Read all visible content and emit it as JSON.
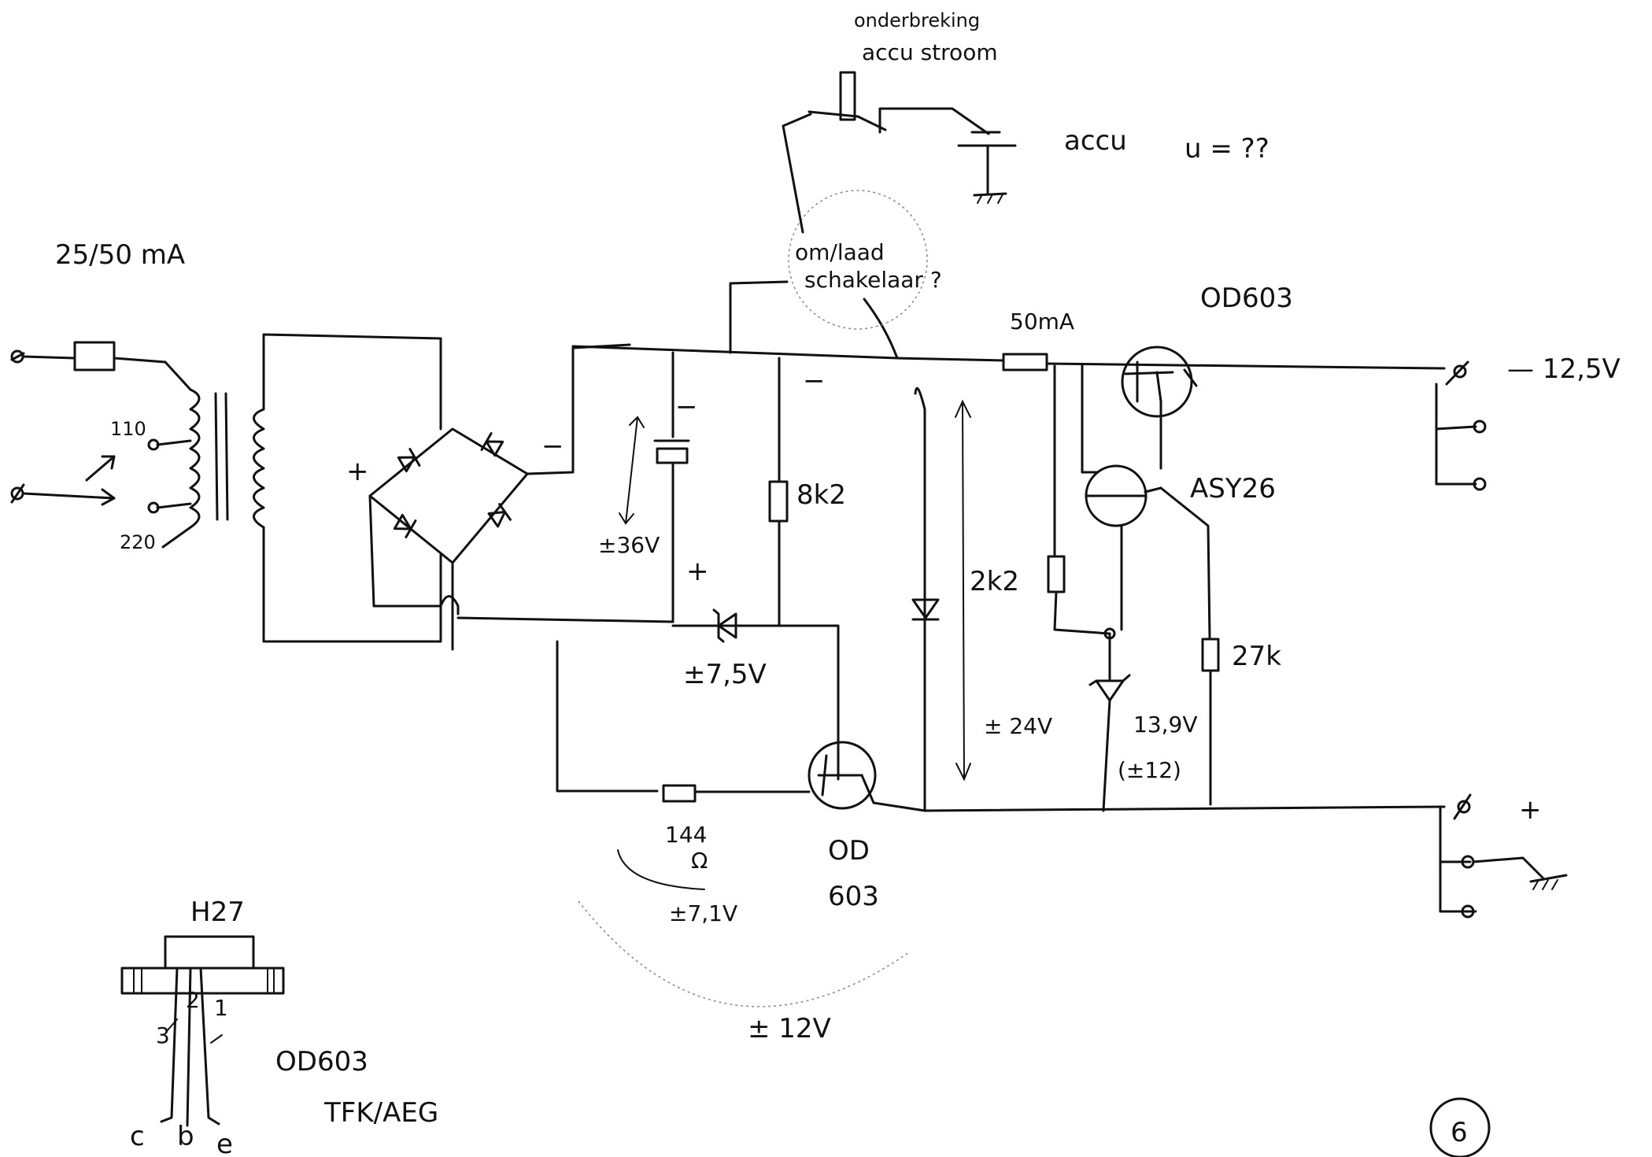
{
  "labels": {
    "onderbreking": "onderbreking",
    "accu_stroom": "accu stroom",
    "accu": "accu",
    "u_question": "u = ??",
    "omschakelaar_1": "om/laad",
    "omschakelaar_2": "schakelaar ?",
    "current_25_50": "25/50 mA",
    "tap_110": "110",
    "tap_220": "220",
    "minus_rect": "−",
    "plus_rect": "+",
    "cap_minus": "−",
    "cap_plus": "+",
    "res_minus": "−",
    "v_36": "±36V",
    "res_8k2": "8k2",
    "v_7_5": "±7,5V",
    "res_144": "144",
    "ohm": "Ω",
    "v_7_1": "±7,1V",
    "v_12": "± 12V",
    "od603_bottom_1": "OD",
    "od603_bottom_2": "603",
    "res_2k2": "2k2",
    "v_24": "± 24V",
    "fuse_50ma": "50mA",
    "od603_top": "OD603",
    "asy26": "ASY26",
    "res_27k": "27k",
    "zener_13_9": "13,9V",
    "zener_12": "(±12)",
    "v_12_5": "— 12,5V",
    "term_plus": "+",
    "h27": "H27",
    "pin_1": "1",
    "pin_2": "2",
    "pin_3": "3",
    "pin_c": "c",
    "pin_b": "b",
    "pin_e": "e",
    "od603_pinout": "OD603",
    "tfk_aeg": "TFK/AEG",
    "page_number": "6"
  }
}
